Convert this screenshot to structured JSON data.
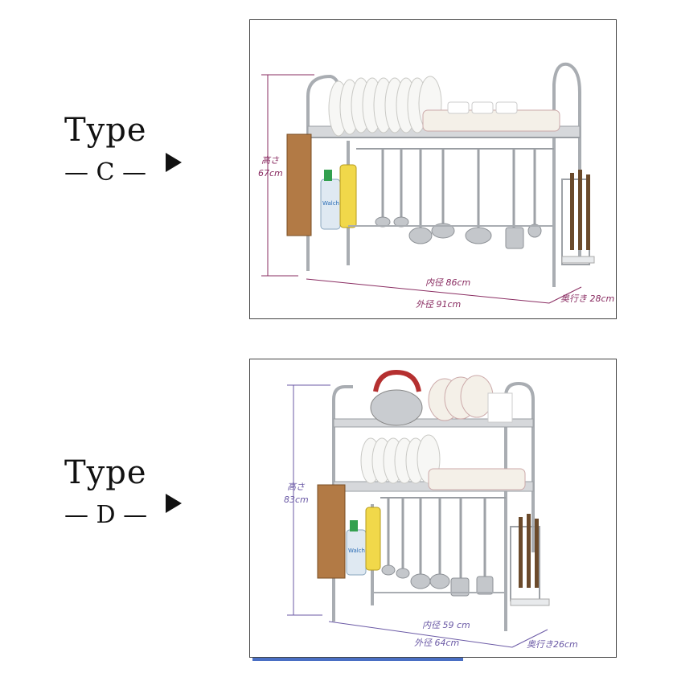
{
  "colors": {
    "dimension": "#8a2d62",
    "steel": "#b9bcc0",
    "accent_strip": "#4a6fc4"
  },
  "type_c": {
    "word": "Type",
    "code": "— C —",
    "height_label": "高さ",
    "height_value": "67cm",
    "inner_label": "内径 86cm",
    "outer_label": "外径 91cm",
    "depth_label": "奥行き 28cm",
    "bottle_brand": "Walch"
  },
  "type_d": {
    "word": "Type",
    "code": "— D —",
    "height_label": "高さ",
    "height_value": "83cm",
    "inner_label": "内径 59 cm",
    "outer_label": "外径 64cm",
    "depth_label": "奥行き26cm",
    "bottle_brand": "Walch"
  }
}
